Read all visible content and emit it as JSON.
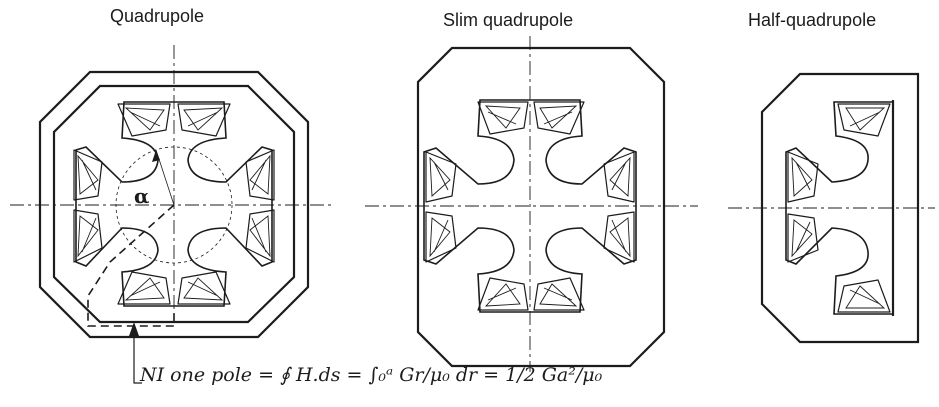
{
  "titles": {
    "quadrupole": "Quadrupole",
    "slim": "Slim quadrupole",
    "half": "Half-quadrupole"
  },
  "labels": {
    "aperture_radius": "α"
  },
  "equation": {
    "text": "NI one pole = ∮ H.ds = ∫₀ᵃ Gr/μ₀ dr = 1/2 Ga²/μ₀"
  }
}
